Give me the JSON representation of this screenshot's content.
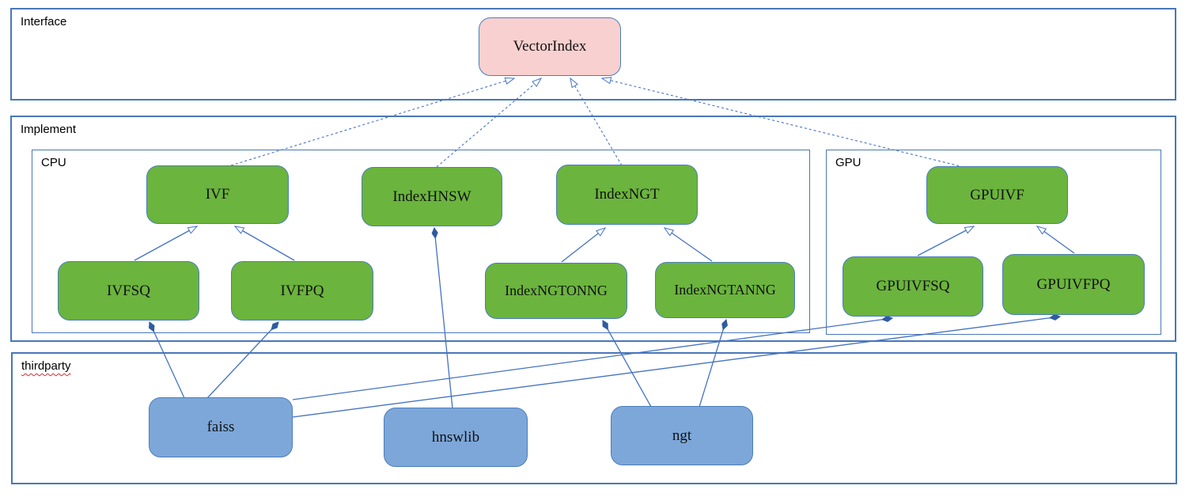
{
  "diagram": {
    "containers": {
      "interface": {
        "label": "Interface"
      },
      "implement": {
        "label": "Implement"
      },
      "cpu": {
        "label": "CPU"
      },
      "gpu": {
        "label": "GPU"
      },
      "thirdparty": {
        "label": "thirdparty"
      }
    },
    "nodes": {
      "vectorindex": {
        "label": "VectorIndex"
      },
      "ivf": {
        "label": "IVF"
      },
      "indexhnsw": {
        "label": "IndexHNSW"
      },
      "indexngt": {
        "label": "IndexNGT"
      },
      "gpuivf": {
        "label": "GPUIVF"
      },
      "ivfsq": {
        "label": "IVFSQ"
      },
      "ivfpq": {
        "label": "IVFPQ"
      },
      "indexngtonng": {
        "label": "IndexNGTONNG"
      },
      "indexngtanng": {
        "label": "IndexNGTANNG"
      },
      "gpuivfsq": {
        "label": "GPUIVFSQ"
      },
      "gpuivfpq": {
        "label": "GPUIVFPQ"
      },
      "faiss": {
        "label": "faiss"
      },
      "hnswlib": {
        "label": "hnswlib"
      },
      "ngt": {
        "label": "ngt"
      }
    },
    "colors": {
      "interface_node_fill": "#f8d0d0",
      "implement_node_fill": "#6bb43e",
      "thirdparty_node_fill": "#7da7d9",
      "node_border": "#4a7ebb",
      "container_border": "#4a77b8",
      "edge": "#4472c4",
      "diamond": "#2e5c9e"
    },
    "relationships": [
      {
        "from": "IVF",
        "to": "VectorIndex",
        "type": "dashed-generalization"
      },
      {
        "from": "IndexHNSW",
        "to": "VectorIndex",
        "type": "dashed-generalization"
      },
      {
        "from": "IndexNGT",
        "to": "VectorIndex",
        "type": "dashed-generalization"
      },
      {
        "from": "GPUIVF",
        "to": "VectorIndex",
        "type": "dashed-generalization"
      },
      {
        "from": "IVFSQ",
        "to": "IVF",
        "type": "generalization"
      },
      {
        "from": "IVFPQ",
        "to": "IVF",
        "type": "generalization"
      },
      {
        "from": "IndexNGTONNG",
        "to": "IndexNGT",
        "type": "generalization"
      },
      {
        "from": "IndexNGTANNG",
        "to": "IndexNGT",
        "type": "generalization"
      },
      {
        "from": "GPUIVFSQ",
        "to": "GPUIVF",
        "type": "generalization"
      },
      {
        "from": "GPUIVFPQ",
        "to": "GPUIVF",
        "type": "generalization"
      },
      {
        "from": "faiss",
        "to": "IVFSQ",
        "type": "composition"
      },
      {
        "from": "faiss",
        "to": "IVFPQ",
        "type": "composition"
      },
      {
        "from": "faiss",
        "to": "GPUIVFSQ",
        "type": "composition"
      },
      {
        "from": "faiss",
        "to": "GPUIVFPQ",
        "type": "composition"
      },
      {
        "from": "hnswlib",
        "to": "IndexHNSW",
        "type": "composition"
      },
      {
        "from": "ngt",
        "to": "IndexNGTONNG",
        "type": "composition"
      },
      {
        "from": "ngt",
        "to": "IndexNGTANNG",
        "type": "composition"
      }
    ]
  }
}
